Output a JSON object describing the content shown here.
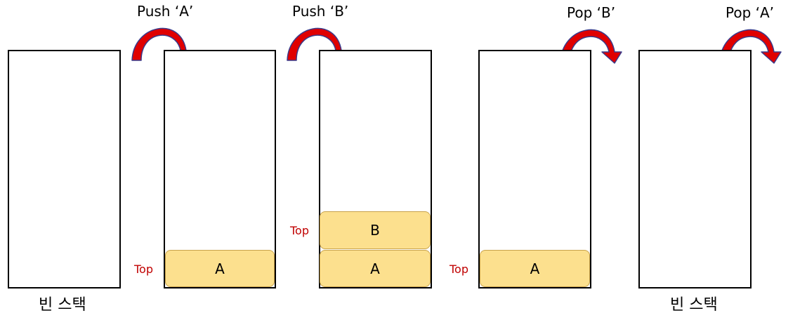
{
  "accent_color": "#e00000",
  "top_color": "#c00000",
  "item_color": "#fce08e",
  "frames": [
    {
      "caption": "빈 스택",
      "operation": "",
      "items": [],
      "top": ""
    },
    {
      "caption": "",
      "operation": "Push ‘A’",
      "items": [
        "A"
      ],
      "top": "Top"
    },
    {
      "caption": "",
      "operation": "Push ‘B’",
      "items": [
        "A",
        "B"
      ],
      "top": "Top"
    },
    {
      "caption": "",
      "operation": "Pop ‘B’",
      "items": [
        "A"
      ],
      "top": "Top"
    },
    {
      "caption": "빈 스택",
      "operation": "Pop ‘A’",
      "items": [],
      "top": ""
    }
  ]
}
